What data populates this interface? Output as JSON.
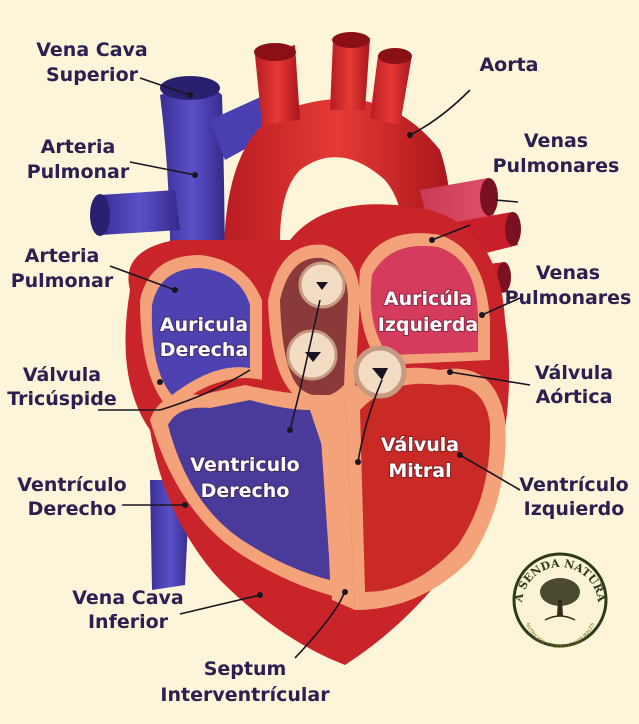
{
  "labels": {
    "vena_cava_superior": [
      "Vena Cava",
      "Superior"
    ],
    "arteria_pulmonar_1": [
      "Arteria",
      "Pulmonar"
    ],
    "arteria_pulmonar_2": [
      "Arteria",
      "Pulmonar"
    ],
    "valvula_tricuspide": [
      "Válvula",
      "Tricúspide"
    ],
    "ventriculo_derecho": [
      "Ventrículo",
      "Derecho"
    ],
    "vena_cava_inferior": [
      "Vena Cava",
      "Inferior"
    ],
    "septum": [
      "Septum",
      "Interventrícular"
    ],
    "aorta": [
      "Aorta"
    ],
    "venas_pulmonares_1": [
      "Venas",
      "Pulmonares"
    ],
    "venas_pulmonares_2": [
      "Venas",
      "Pulmonares"
    ],
    "valvula_aortica": [
      "Válvula",
      "Aórtica"
    ],
    "ventriculo_izquierdo": [
      "Ventrículo",
      "Izquierdo"
    ]
  },
  "inner_labels": {
    "auricula_derecha": [
      "Auricula",
      "Derecha"
    ],
    "auricula_izquierda": [
      "Auricúla",
      "Izquierda"
    ],
    "ventriculo_derecho": [
      "Ventriculo",
      "Derecho"
    ],
    "valvula_mitral": [
      "Válvula",
      "Mitral"
    ]
  },
  "logo": {
    "title": "LA SENDA NATURAL",
    "subtitle": "NUTRICIÓN Y TERAPIAS NATURALES"
  },
  "colors": {
    "background": "#fcf5d9",
    "label_text": "#2b2050",
    "deoxygenated": "#4a3fa8",
    "oxygenated": "#d42a2a",
    "myocardium": "#f4a27a"
  }
}
